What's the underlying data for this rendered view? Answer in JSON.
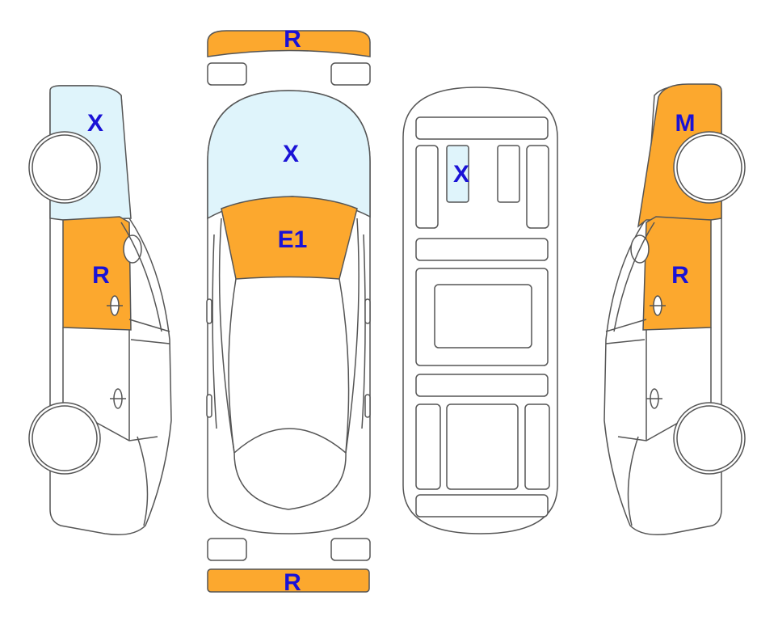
{
  "legend_colors": {
    "orange": "#fca82e",
    "light_blue": "#dff4fb",
    "outline": "#555555",
    "code_text": "#1a12d6"
  },
  "panels": {
    "front_bumper": {
      "code": "R",
      "color": "orange"
    },
    "left_fender": {
      "code": "X",
      "color": "light_blue"
    },
    "left_front_door": {
      "code": "R",
      "color": "orange"
    },
    "hood": {
      "code": "X",
      "color": "light_blue"
    },
    "windshield": {
      "code": "E1",
      "color": "orange"
    },
    "roof_item": {
      "code": "X",
      "color": "light_blue"
    },
    "right_fender": {
      "code": "M",
      "color": "orange"
    },
    "right_front_door": {
      "code": "R",
      "color": "orange"
    },
    "rear_bumper": {
      "code": "R",
      "color": "orange"
    }
  }
}
